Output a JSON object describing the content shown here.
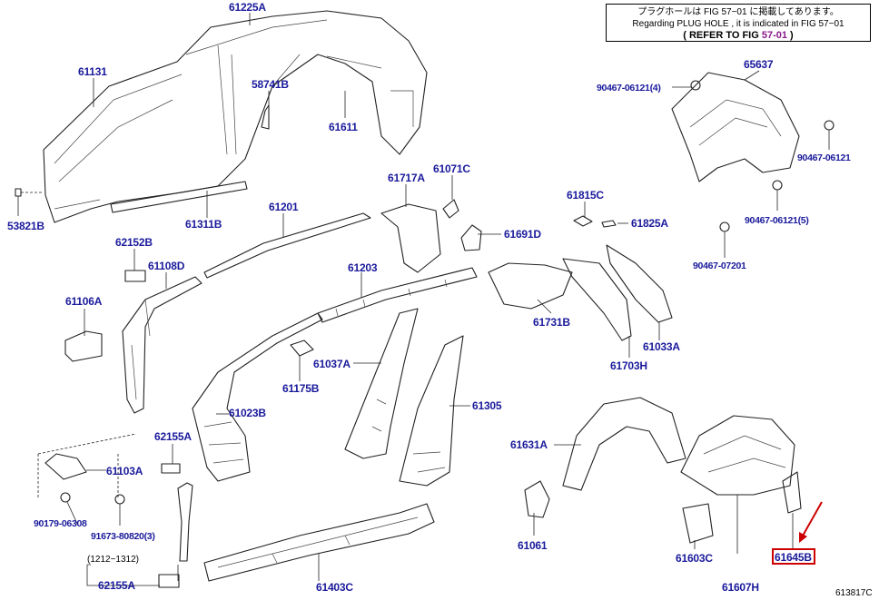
{
  "note": {
    "line1": "プラグホールは FIG  57−01 に掲載してあります。",
    "line2": "Regarding  PLUG  HOLE , it is indicated in  FIG  57−01",
    "ref_prefix": "( REFER TO FIG ",
    "ref_fig": "57-01",
    "ref_suffix": " )"
  },
  "labels": {
    "p61225A": "61225A",
    "p61131": "61131",
    "p58741B": "58741B",
    "p61611": "61611",
    "p53821B": "53821B",
    "p61311B": "61311B",
    "p61201": "61201",
    "p61717A": "61717A",
    "p61071C": "61071C",
    "p61691D": "61691D",
    "p62152B": "62152B",
    "p61108D": "61108D",
    "p61106A": "61106A",
    "p61203": "61203",
    "p61731B": "61731B",
    "p61175B": "61175B",
    "p61037A": "61037A",
    "p61023B": "61023B",
    "p61305": "61305",
    "p62155A_mid": "62155A",
    "p61103A": "61103A",
    "p90179_06308": "90179-06308",
    "p91673_80820": "91673-80820(3)",
    "p61403C": "61403C",
    "p62155A_bottom": "62155A",
    "p61631A": "61631A",
    "p61061": "61061",
    "p61603C": "61603C",
    "p61607H": "61607H",
    "p61645B": "61645B",
    "p61815C": "61815C",
    "p61825A": "61825A",
    "p61703H": "61703H",
    "p61033A": "61033A",
    "p65637": "65637",
    "p90467_06121_4": "90467-06121(4)",
    "p90467_06121_top": "90467-06121",
    "p90467_06121_5": "90467-06121(5)",
    "p90467_07201": "90467-07201"
  },
  "range": "(1212−1312)",
  "figure_code": "613817C"
}
